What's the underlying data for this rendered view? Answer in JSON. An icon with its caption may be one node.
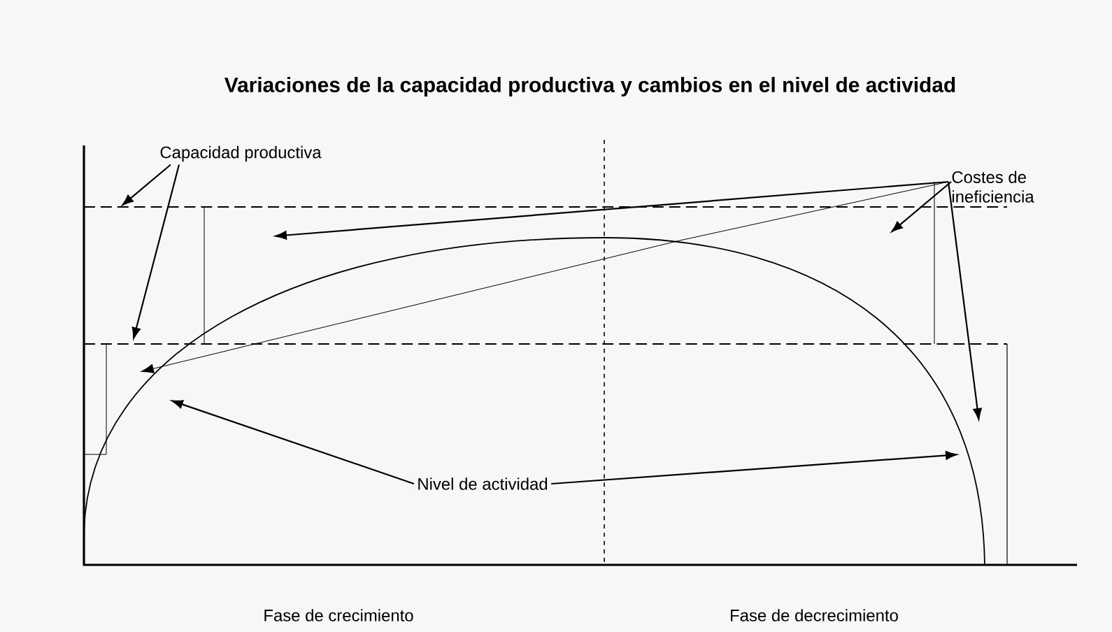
{
  "diagram": {
    "title": "Variaciones de la capacidad productiva y cambios en el nivel de actividad",
    "nodes": [
      {
        "text": [
          "Capacidad productiva"
        ]
      },
      {
        "text": [
          "Costes de ineficiencia"
        ]
      },
      {
        "text": [
          "Nivel de actividad"
        ]
      }
    ],
    "edges": [
      {
        "from": 0,
        "to": null,
        "arrow": "to"
      },
      {
        "from": 0,
        "to": null,
        "arrow": "to"
      },
      {
        "from": 1,
        "to": null,
        "arrow": "to"
      },
      {
        "from": 1,
        "to": null,
        "arrow": "to"
      },
      {
        "from": 1,
        "to": null,
        "arrow": "to"
      },
      {
        "from": 1,
        "to": null,
        "arrow": "to"
      },
      {
        "from": 2,
        "to": null,
        "arrow": "to"
      },
      {
        "from": 2,
        "to": null,
        "arrow": "to"
      }
    ],
    "labels": [
      "Fase de crecimiento",
      "Fase de decrecimiento"
    ]
  }
}
